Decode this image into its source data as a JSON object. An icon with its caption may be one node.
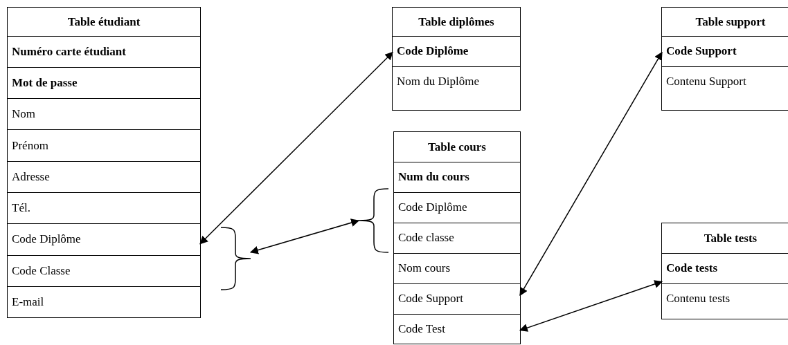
{
  "diagram": {
    "nodes": [
      {
        "text": [
          "Table étudiant"
        ]
      },
      {
        "text": [
          "Numéro carte étudiant"
        ],
        "in": 0
      },
      {
        "text": [
          "Mot de passe"
        ],
        "in": 0
      },
      {
        "text": [
          "Nom"
        ],
        "in": 0
      },
      {
        "text": [
          "Prénom"
        ],
        "in": 0
      },
      {
        "text": [
          "Adresse"
        ],
        "in": 0
      },
      {
        "text": [
          "Tél."
        ],
        "in": 0
      },
      {
        "text": [
          "Code Diplôme"
        ],
        "in": 0
      },
      {
        "text": [
          "Code Classe"
        ],
        "in": 0
      },
      {
        "text": [
          "E-mail"
        ],
        "in": 0
      },
      {
        "text": [
          "Table diplômes"
        ]
      },
      {
        "text": [
          "Code Diplôme"
        ],
        "in": 10
      },
      {
        "text": [
          "Nom du Diplôme"
        ],
        "in": 10
      },
      {
        "text": [
          "Table support"
        ]
      },
      {
        "text": [
          "Code Support"
        ],
        "in": 13
      },
      {
        "text": [
          "Contenu Support"
        ],
        "in": 13
      },
      {
        "text": [
          "Table cours"
        ]
      },
      {
        "text": [
          "Num du cours"
        ],
        "in": 16
      },
      {
        "text": [
          "Code Diplôme"
        ],
        "in": 16
      },
      {
        "text": [
          "Code classe"
        ],
        "in": 16
      },
      {
        "text": [
          "Nom cours"
        ],
        "in": 16
      },
      {
        "text": [
          "Code Support"
        ],
        "in": 16
      },
      {
        "text": [
          "Code Test"
        ],
        "in": 16
      },
      {
        "text": [
          "Table tests"
        ]
      },
      {
        "text": [
          "Code tests"
        ],
        "in": 23
      },
      {
        "text": [
          "Contenu tests"
        ],
        "in": 23
      },
      {
        "text": [],
        "shape": "bracket"
      },
      {
        "text": [],
        "shape": "bracket"
      }
    ],
    "edges": [
      {
        "from": 7,
        "to": 11,
        "arrow": "both"
      },
      {
        "from": 26,
        "to": 27,
        "arrow": "both"
      },
      {
        "from": 21,
        "to": 14,
        "arrow": "both"
      },
      {
        "from": 22,
        "to": 24,
        "arrow": "both"
      }
    ]
  }
}
